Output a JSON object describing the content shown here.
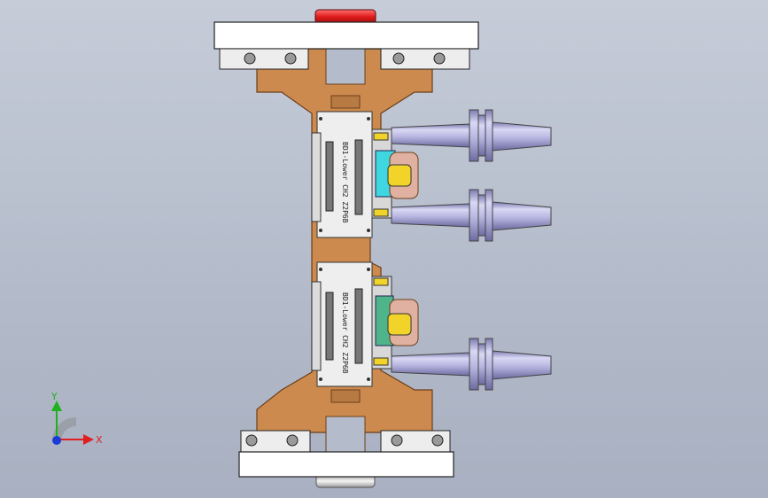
{
  "viewport": {
    "background_top": "#c6ccd8",
    "background_bottom": "#a8b0c1"
  },
  "colors": {
    "base_plate": "#cc8a4e",
    "base_plate_edge": "#6b3f1a",
    "clamp_bar": "#ffffff",
    "fixture_block": "#eeeeee",
    "stopper_red": "#e11b1b",
    "holder_steel": "#b8b6e0",
    "holder_dark": "#7d7bb0",
    "cyan_part": "#3fd6e0",
    "green_part": "#4fb48a",
    "yellow_button": "#f2d32a",
    "axis_x": "#e02020",
    "axis_y": "#1fb11f",
    "axis_z": "#1a3bd8"
  },
  "fixtures": [
    {
      "part_label": "BD1-Lower CH2 Z2P6B"
    },
    {
      "part_label": "BD1-Lower CH2 Z2P6B"
    }
  ],
  "triad": {
    "x_label": "X",
    "y_label": "Y",
    "x_icon": "axis-x-arrow-icon",
    "y_icon": "axis-y-arrow-icon",
    "z_icon": "axis-z-origin-icon"
  }
}
